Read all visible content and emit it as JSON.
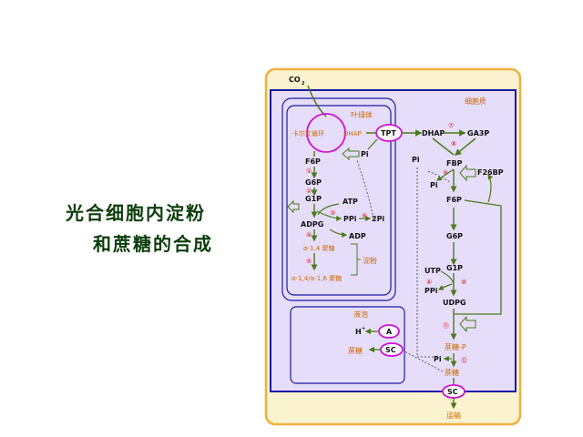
{
  "title": {
    "line1": "光合细胞内淀粉",
    "line2": "和蔗糖的合成"
  },
  "colors": {
    "accent_green": "#4a7a1a",
    "membrane_purple": "#d010d0",
    "cell_outline": "#1a1aa0",
    "panel_fill": "#e6ddfb",
    "frame_orange": "#f0b040"
  },
  "labels": {
    "co2": "CO",
    "co2_sub": "2",
    "cytosol": "细胞质",
    "chloroplast": "叶绿体",
    "calvin": "卡尔文循环",
    "dhap_in": "DHAP",
    "tpt": "TPT",
    "dhap": "DHAP",
    "ga3p": "GA3P",
    "pi_chl": "Pi",
    "pi_left": "Pi",
    "pi_mid": "Pi",
    "f6p_chl": "F6P",
    "g6p_chl": "G6P",
    "g1p_chl": "G1P",
    "atp": "ATP",
    "ppi_chl": "PPi",
    "twopi": "2Pi",
    "adpg": "ADPG",
    "adp": "ADP",
    "poly1": "α-1,4 聚糖",
    "poly2": "α-1,4/α-1,6 聚糖",
    "starch": "淀粉",
    "fbp": "FBP",
    "f26bp": "F26BP",
    "f6p_cyt": "F6P",
    "g6p_cyt": "G6P",
    "utp": "UTP",
    "g1p_cyt": "G1P",
    "ppi_cyt": "PPi",
    "udpg": "UDPG",
    "vacuole": "液泡",
    "h_plus": "H",
    "h_sup": "+",
    "a_carrier": "A",
    "sucrose_vac": "蔗糖",
    "sc_vac": "SC",
    "sucrose_p": "蔗糖-P",
    "pi_bottom": "Pi",
    "sucrose": "蔗糖",
    "sc_bottom": "SC",
    "transport": "运输"
  },
  "steps": [
    "①",
    "②",
    "③",
    "④",
    "⑤",
    "⑥",
    "⑦",
    "⑧",
    "⑨",
    "⑩",
    "⑪",
    "⑫"
  ]
}
